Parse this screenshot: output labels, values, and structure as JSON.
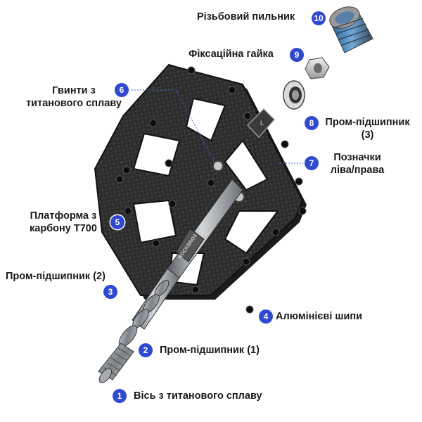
{
  "colors": {
    "badge": "#2f49d1",
    "carbon": "#2b2b2b",
    "titanium": "#8f9498",
    "leader": "#4a66e0"
  },
  "labels": [
    {
      "n": "1",
      "text": "Вісь з титанового сплаву"
    },
    {
      "n": "2",
      "text": "Пром-підшипник (1)"
    },
    {
      "n": "3",
      "text": "Пром-підшипник (2)"
    },
    {
      "n": "4",
      "text": "Алюмінієві шипи"
    },
    {
      "n": "5",
      "line1": "Платформа з",
      "line2": "карбону T700"
    },
    {
      "n": "6",
      "line1": "Гвинти з",
      "line2": "титанового сплаву"
    },
    {
      "n": "7",
      "line1": "Позначки",
      "line2": "ліва/права"
    },
    {
      "n": "8",
      "line1": "Пром-підшипник",
      "line2": "(3)"
    },
    {
      "n": "9",
      "text": "Фіксаційна гайка"
    },
    {
      "n": "10",
      "text": "Різьбовий пильник"
    }
  ],
  "product": {
    "brand": "ROCKBROS",
    "side_mark": "L"
  }
}
